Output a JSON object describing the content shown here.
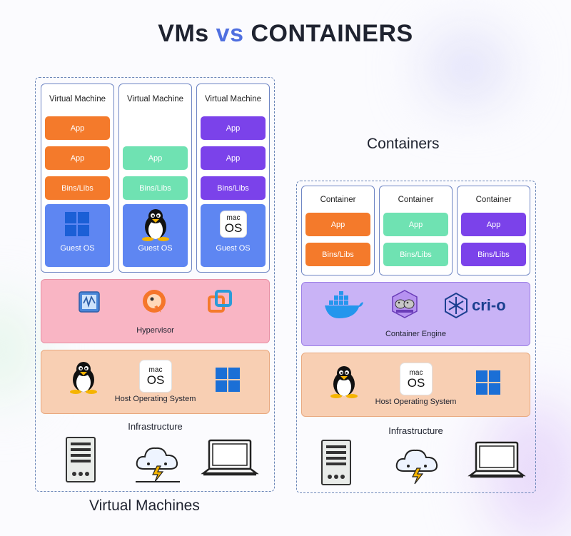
{
  "title": {
    "part1": "VMs",
    "part2": "vs",
    "part3": "CONTAINERS"
  },
  "vm_section": {
    "label": "Virtual Machines",
    "columns": [
      {
        "title": "Virtual Machine",
        "layers": [
          "App",
          "App",
          "Bins/Libs"
        ],
        "guest_os": "Guest OS",
        "os_icon": "windows-icon"
      },
      {
        "title": "Virtual Machine",
        "layers": [
          "App",
          "Bins/Libs"
        ],
        "guest_os": "Guest OS",
        "os_icon": "linux-tux-icon"
      },
      {
        "title": "Virtual Machine",
        "layers": [
          "App",
          "App",
          "Bins/Libs"
        ],
        "guest_os": "Guest OS",
        "os_icon": "macos-icon",
        "macos_top": "mac",
        "macos_bottom": "OS"
      }
    ],
    "hypervisor": {
      "label": "Hypervisor",
      "icons": [
        "hyperv-icon",
        "qemu-icon",
        "vmware-icon"
      ]
    },
    "host": {
      "label": "Host Operating System",
      "icons": [
        "linux-tux-icon",
        "macos-icon",
        "windows-icon"
      ],
      "macos_top": "mac",
      "macos_bottom": "OS"
    },
    "infrastructure": {
      "label": "Infrastructure",
      "icons": [
        "server-icon",
        "cloud-icon",
        "laptop-icon"
      ]
    }
  },
  "container_section": {
    "label": "Containers",
    "columns": [
      {
        "title": "Container",
        "layers": [
          "App",
          "Bins/Libs"
        ]
      },
      {
        "title": "Container",
        "layers": [
          "App",
          "Bins/Libs"
        ]
      },
      {
        "title": "Container",
        "layers": [
          "App",
          "Bins/Libs"
        ]
      }
    ],
    "engine": {
      "label": "Container Engine",
      "icons": [
        "docker-icon",
        "podman-icon",
        "crio-icon"
      ],
      "crio_text": "cri-o"
    },
    "host": {
      "label": "Host Operating System",
      "icons": [
        "linux-tux-icon",
        "macos-icon",
        "windows-icon"
      ],
      "macos_top": "mac",
      "macos_bottom": "OS"
    },
    "infrastructure": {
      "label": "Infrastructure",
      "icons": [
        "server-icon",
        "cloud-icon",
        "laptop-icon"
      ]
    }
  },
  "colors": {
    "orange": "#f47a2b",
    "green": "#6fe2b2",
    "purple": "#7b42ea",
    "guest_os": "#5e86f2",
    "hypervisor": "#f9b5c4",
    "host": "#f8cfb3",
    "engine": "#c9b3f6",
    "accent": "#4f6fe0"
  }
}
